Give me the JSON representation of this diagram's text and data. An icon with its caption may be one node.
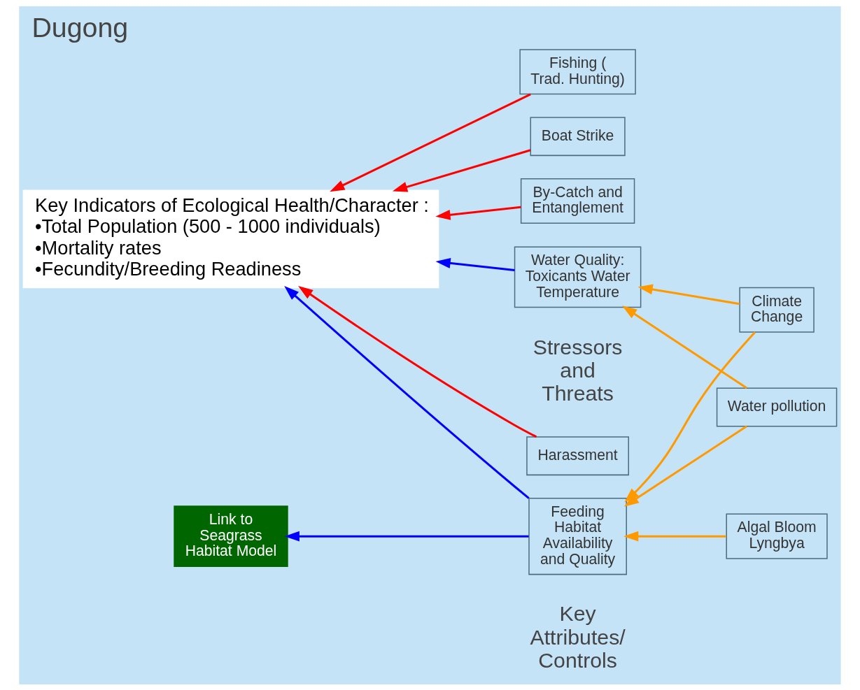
{
  "diagram": {
    "title": "Dugong",
    "nodes": [
      {
        "text": [
          "Key Indicators of Ecological Health/Character :",
          "•Total Population (500 - 1000 individuals)",
          "•Mortality rates",
          "•Fecundity/Breeding Readiness"
        ]
      },
      {
        "text": [
          "Harassment"
        ]
      },
      {
        "text": [
          "Fishing ( Trad. Hunting)"
        ]
      },
      {
        "text": [
          "Boat Strike"
        ]
      },
      {
        "text": [
          "By-Catch and Entanglement"
        ]
      },
      {
        "text": [
          "Water pollution"
        ]
      },
      {
        "text": [
          "Climate Change"
        ]
      },
      {
        "text": [
          "Algal Bloom Lyngbya"
        ]
      },
      {
        "text": [
          "Water Quality: Toxicants Water Temperature"
        ]
      },
      {
        "text": [
          "Feeding Habitat Availability and Quality"
        ]
      },
      {
        "text": [
          "Link to Seagrass Habitat Model"
        ]
      }
    ],
    "edges": [
      {
        "from": 1,
        "to": 0,
        "arrow": "to",
        "color": "#ff0000"
      },
      {
        "from": 2,
        "to": 0,
        "arrow": "to",
        "color": "#ff0000"
      },
      {
        "from": 3,
        "to": 0,
        "arrow": "to",
        "color": "#ff0000"
      },
      {
        "from": 4,
        "to": 0,
        "arrow": "to",
        "color": "#ff0000"
      },
      {
        "from": 5,
        "to": 8,
        "arrow": "to"
      },
      {
        "from": 5,
        "to": 9,
        "arrow": "to"
      },
      {
        "from": 6,
        "to": 8,
        "arrow": "to"
      },
      {
        "from": 6,
        "to": 9,
        "arrow": "to"
      },
      {
        "from": 7,
        "to": 9,
        "arrow": "to"
      },
      {
        "from": 8,
        "to": 0,
        "arrow": "to",
        "color": "#0000ff"
      },
      {
        "from": 9,
        "to": 0,
        "arrow": "to",
        "color": "#0000ff"
      },
      {
        "from": 9,
        "to": 10,
        "arrow": "to",
        "color": "#0000ff"
      }
    ],
    "labels": [
      "Stressors and Threats",
      "Key Attributes/ Controls"
    ]
  }
}
